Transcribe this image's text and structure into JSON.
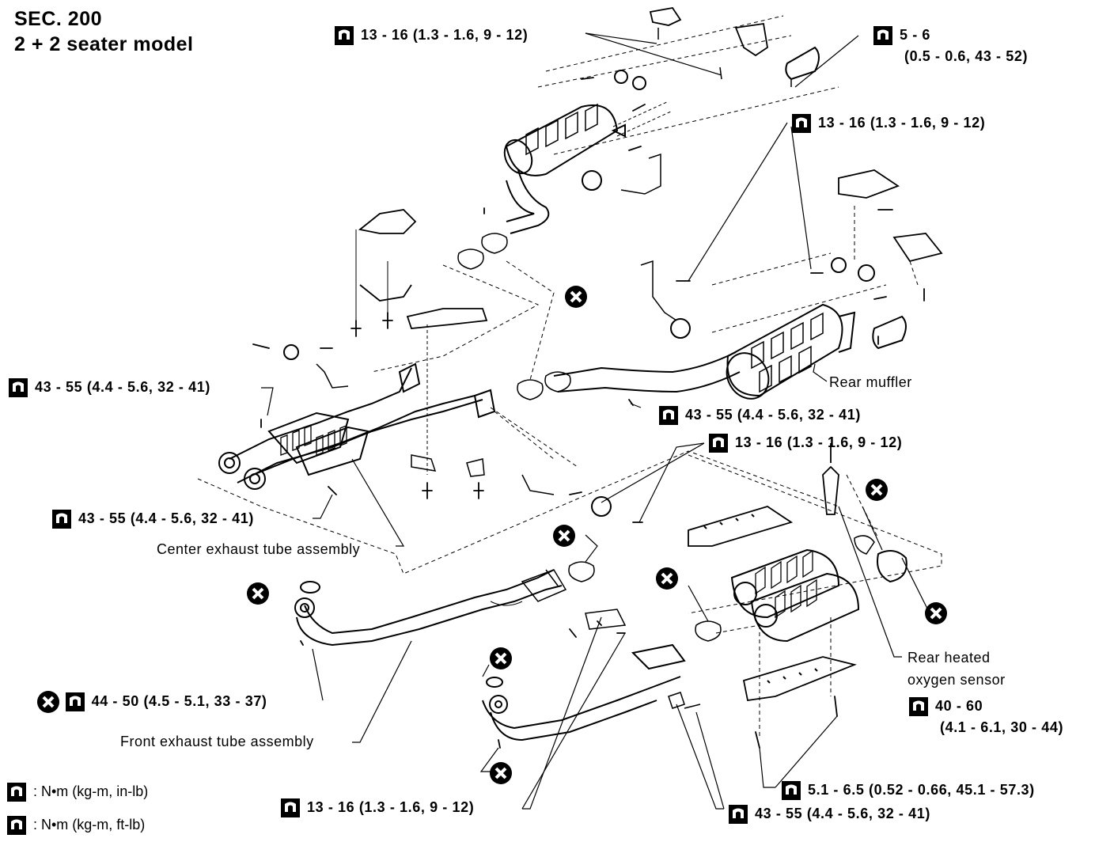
{
  "title": {
    "sec": "SEC. 200",
    "model": "2 + 2 seater model"
  },
  "torque_labels": {
    "t_top": "13 - 16 (1.3 - 1.6, 9 - 12)",
    "t_topright_a": "5 - 6",
    "t_topright_b": "(0.5 - 0.6, 43 - 52)",
    "t_right_hanger": "13 - 16 (1.3 - 1.6, 9 - 12)",
    "t_left_upper": "43 - 55 (4.4 - 5.6, 32 - 41)",
    "t_mid": "43 - 55 (4.4 - 5.6, 32 - 41)",
    "t_mid2": "13 - 16 (1.3 - 1.6, 9 - 12)",
    "t_left_lower": "43 - 55 (4.4 - 5.6, 32 - 41)",
    "t_front": "44 - 50 (4.5 - 5.1, 33 - 37)",
    "t_sensor_a": "40 - 60",
    "t_sensor_b": "(4.1 - 6.1, 30 - 44)",
    "t_bottom_right": "5.1 - 6.5 (0.52 - 0.66, 45.1 - 57.3)",
    "t_bottom_mid": "13 - 16 (1.3 - 1.6, 9 - 12)",
    "t_bottom_far": "43 - 55 (4.4 - 5.6, 32 - 41)"
  },
  "part_labels": {
    "rear_muffler": "Rear muffler",
    "center_tube": "Center exhaust tube assembly",
    "front_tube": "Front exhaust tube assembly",
    "sensor_a": "Rear heated",
    "sensor_b": "oxygen sensor"
  },
  "legend": {
    "inlb": ": N•m (kg-m, in-lb)",
    "ftlb": ": N•m (kg-m, ft-lb)"
  },
  "icons": {
    "torque_ftlb": "torque-wrench-ftlb-icon",
    "torque_inlb": "torque-wrench-inlb-icon",
    "replace": "do-not-reuse-icon"
  }
}
